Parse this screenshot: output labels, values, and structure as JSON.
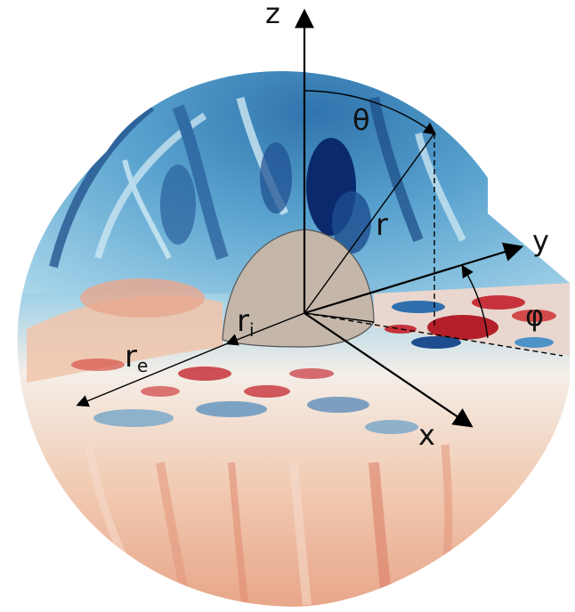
{
  "labels": {
    "z": "z",
    "y": "y",
    "x": "x",
    "theta": "θ",
    "phi": "φ",
    "r": "r",
    "ri_main": "r",
    "ri_sub": "i",
    "re_main": "r",
    "re_sub": "e"
  },
  "colors": {
    "cold_deep": "#0b2a6e",
    "cold_mid": "#4f9ac8",
    "cold_light": "#9fd0e6",
    "neutral": "#f2ece6",
    "warm_light": "#f1c2a6",
    "warm_mid": "#e08a70",
    "warm_deep": "#b3202a",
    "inner_core": "#c4b7aa"
  }
}
